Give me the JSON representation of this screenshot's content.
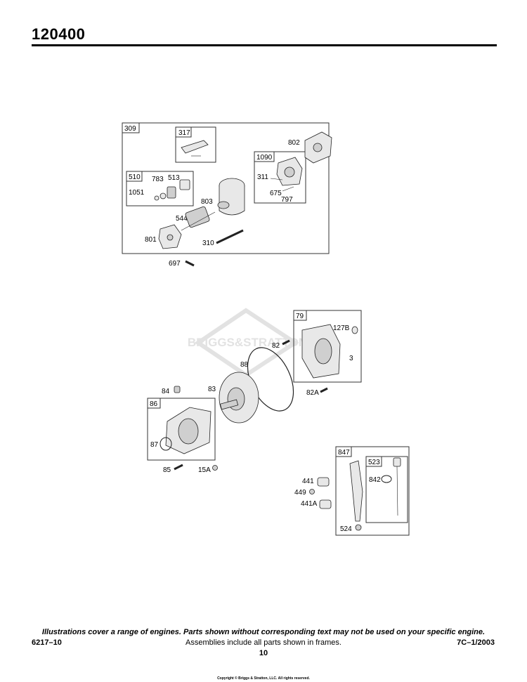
{
  "header": {
    "title": "120400"
  },
  "diagram": {
    "watermark": "BRIGGS&STRATTON",
    "frames": {
      "f309": "309",
      "f317": "317",
      "f510": "510",
      "f1090": "1090",
      "f79": "79",
      "f86": "86",
      "f847": "847",
      "f523": "523"
    },
    "labels": {
      "l802": "802",
      "l783": "783",
      "l513": "513",
      "l1051": "1051",
      "l311": "311",
      "l675": "675",
      "l797": "797",
      "l803": "803",
      "l544": "544",
      "l801": "801",
      "l310": "310",
      "l697": "697",
      "l127B": "127B",
      "l82": "82",
      "l3": "3",
      "l88": "88",
      "l84": "84",
      "l83": "83",
      "l82A": "82A",
      "l87": "87",
      "l85": "85",
      "l15A": "15A",
      "l441": "441",
      "l449": "449",
      "l441A": "441A",
      "l842": "842",
      "l524": "524"
    }
  },
  "footer": {
    "note": "Illustrations cover a range of engines. Parts shown without corresponding text may not be used on your specific engine.",
    "left": "6217–10",
    "center": "Assemblies include all parts shown in frames.",
    "right": "7C–1/2003",
    "page": "10",
    "copyright": "Copyright © Briggs & Stratton, LLC. All rights reserved."
  }
}
